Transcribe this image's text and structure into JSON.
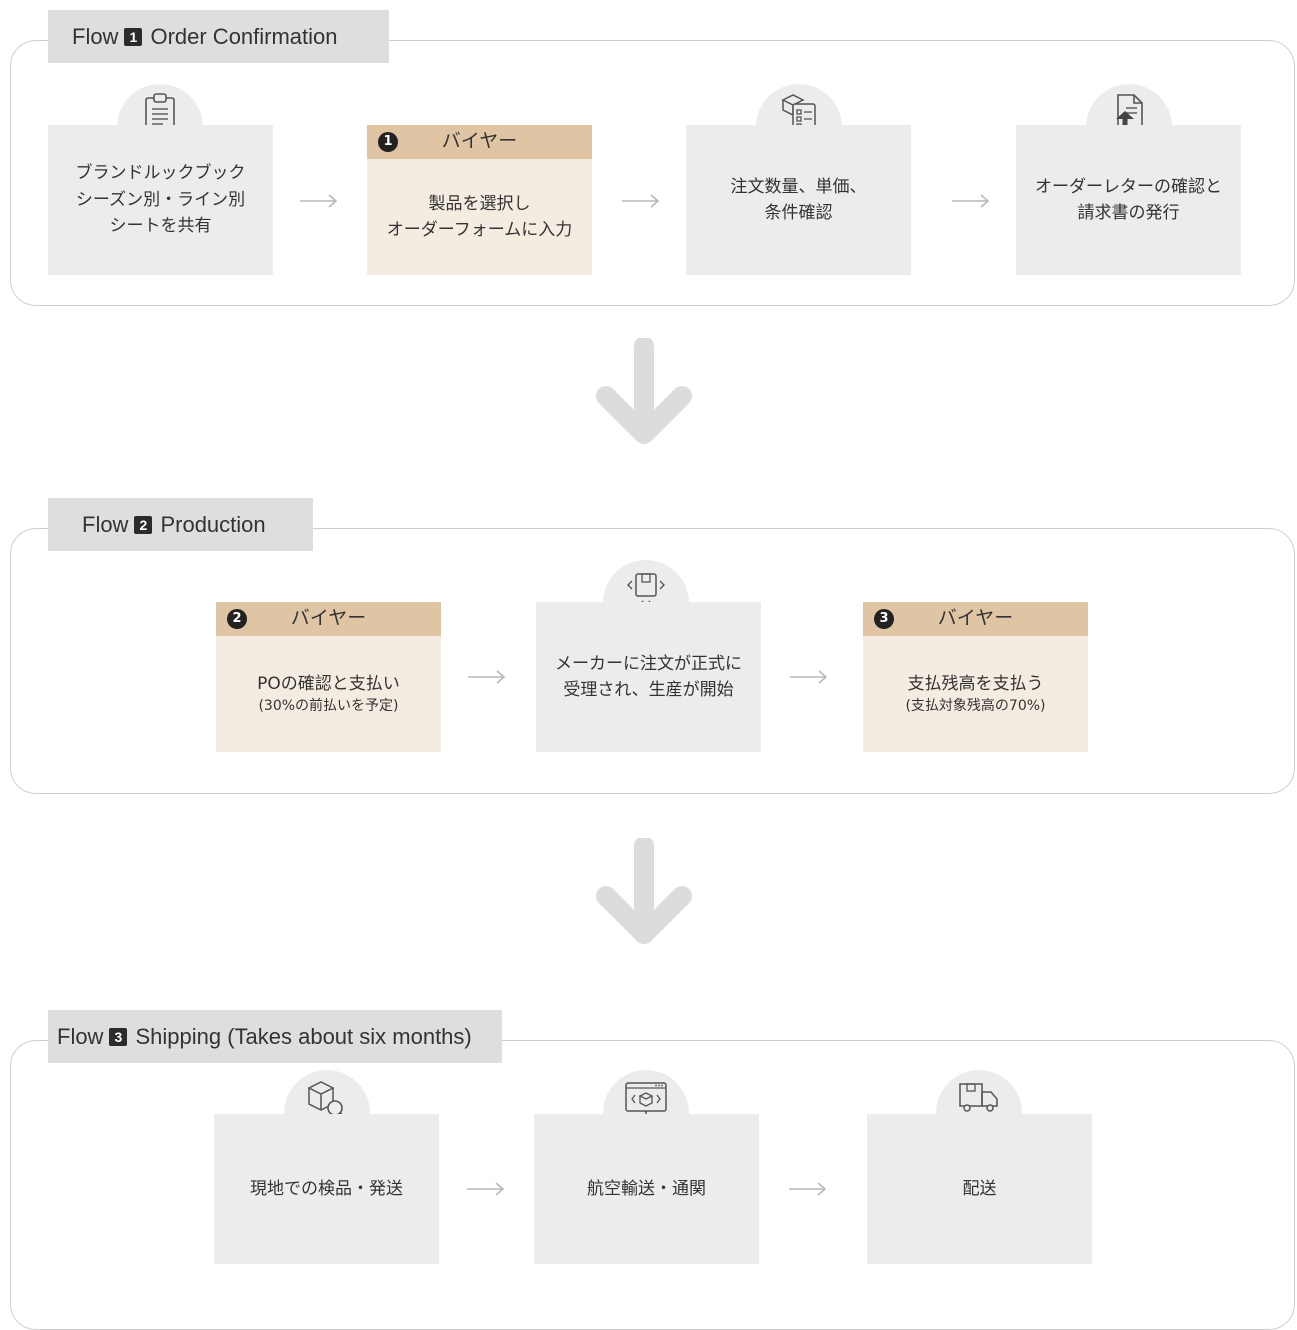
{
  "flow1": {
    "prefix": "Flow",
    "number": "1",
    "title": "Order Confirmation",
    "steps": [
      {
        "lines": [
          "ブランドルックブック",
          "シーズン別・ライン別",
          "シートを共有"
        ],
        "icon": "clipboard-icon"
      },
      {
        "buyer_label": "バイヤー",
        "buyer_number": "1",
        "lines": [
          "製品を選択し",
          "オーダーフォームに入力"
        ]
      },
      {
        "lines": [
          "注文数量、単価、",
          "条件確認"
        ],
        "icon": "product-list-icon"
      },
      {
        "lines": [
          "オーダーレターの確認と",
          "請求書の発行"
        ],
        "icon": "document-upload-icon"
      }
    ]
  },
  "flow2": {
    "prefix": "Flow",
    "number": "2",
    "title": "Production",
    "steps": [
      {
        "buyer_label": "バイヤー",
        "buyer_number": "2",
        "lines": [
          "POの確認と支払い"
        ],
        "note": "(30%の前払いを予定)"
      },
      {
        "lines": [
          "メーカーに注文が正式に",
          "受理され、生産が開始"
        ],
        "icon": "box-arrows-icon"
      },
      {
        "buyer_label": "バイヤー",
        "buyer_number": "3",
        "lines": [
          "支払残高を支払う"
        ],
        "note": "(支払対象残高の70%)"
      }
    ]
  },
  "flow3": {
    "prefix": "Flow",
    "number": "3",
    "title": "Shipping (Takes about six months)",
    "steps": [
      {
        "lines": [
          "現地での検品・発送"
        ],
        "icon": "box-search-icon"
      },
      {
        "lines": [
          "航空輸送・通関"
        ],
        "icon": "monitor-box-icon"
      },
      {
        "lines": [
          "配送"
        ],
        "icon": "delivery-truck-icon"
      }
    ]
  },
  "colors": {
    "card_gray": "#ececec",
    "buyer_body": "#f5ece1",
    "buyer_head": "#dfc5a3",
    "label_bg": "#dedede",
    "arrow": "#d6d6d6"
  }
}
